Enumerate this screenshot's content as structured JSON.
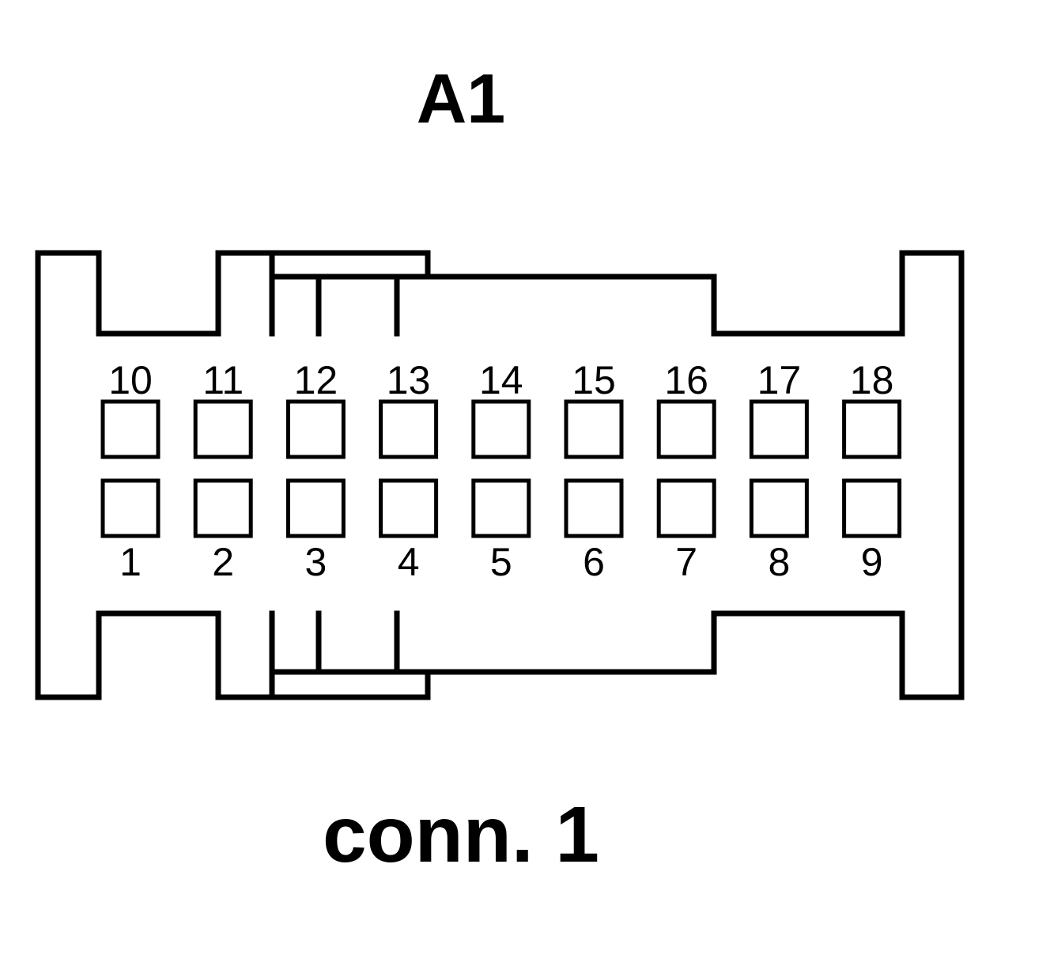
{
  "connector": {
    "title": "A1",
    "caption": "conn. 1",
    "rows": [
      {
        "row": "top",
        "pins": [
          "10",
          "11",
          "12",
          "13",
          "14",
          "15",
          "16",
          "17",
          "18"
        ]
      },
      {
        "row": "bottom",
        "pins": [
          "1",
          "2",
          "3",
          "4",
          "5",
          "6",
          "7",
          "8",
          "9"
        ]
      }
    ]
  }
}
